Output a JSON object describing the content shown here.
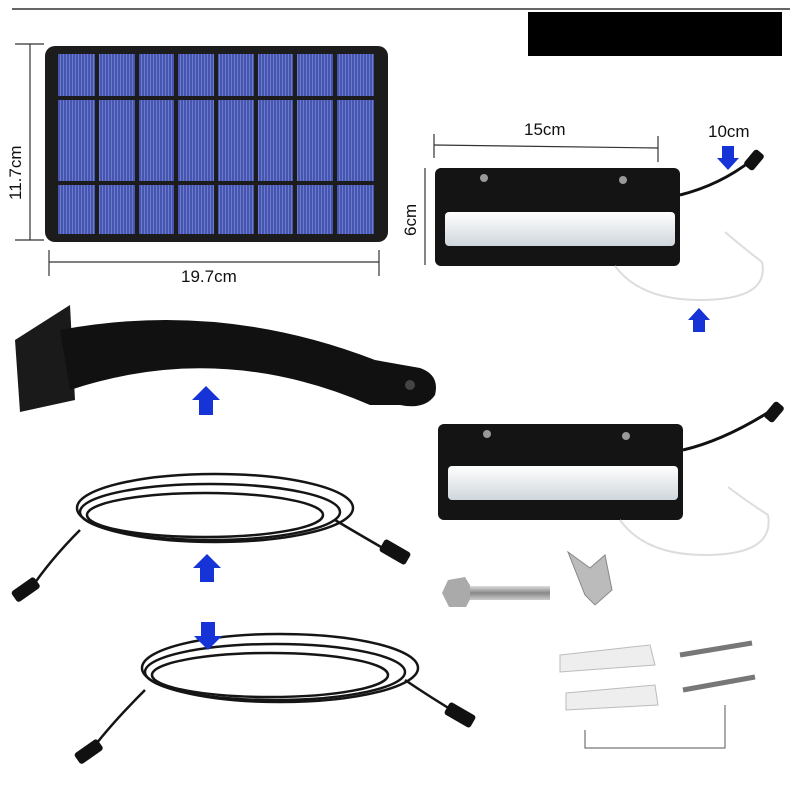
{
  "dimensions": {
    "panel_height": "11.7cm",
    "panel_width": "19.7cm",
    "lamp_length": "15cm",
    "lamp_height": "6cm",
    "cable_length": "10cm"
  },
  "colors": {
    "solar_cell": "#3f4fa8",
    "frame": "#1c1c1c",
    "arrow": "#1533d6",
    "led": "#e8ecef",
    "redaction_bar": "#000000"
  },
  "items": [
    "solar-panel",
    "wall-bracket",
    "extension-cable",
    "extension-cable",
    "led-lamp",
    "led-lamp",
    "bolt",
    "wing-nut",
    "wall-anchors",
    "screws"
  ]
}
